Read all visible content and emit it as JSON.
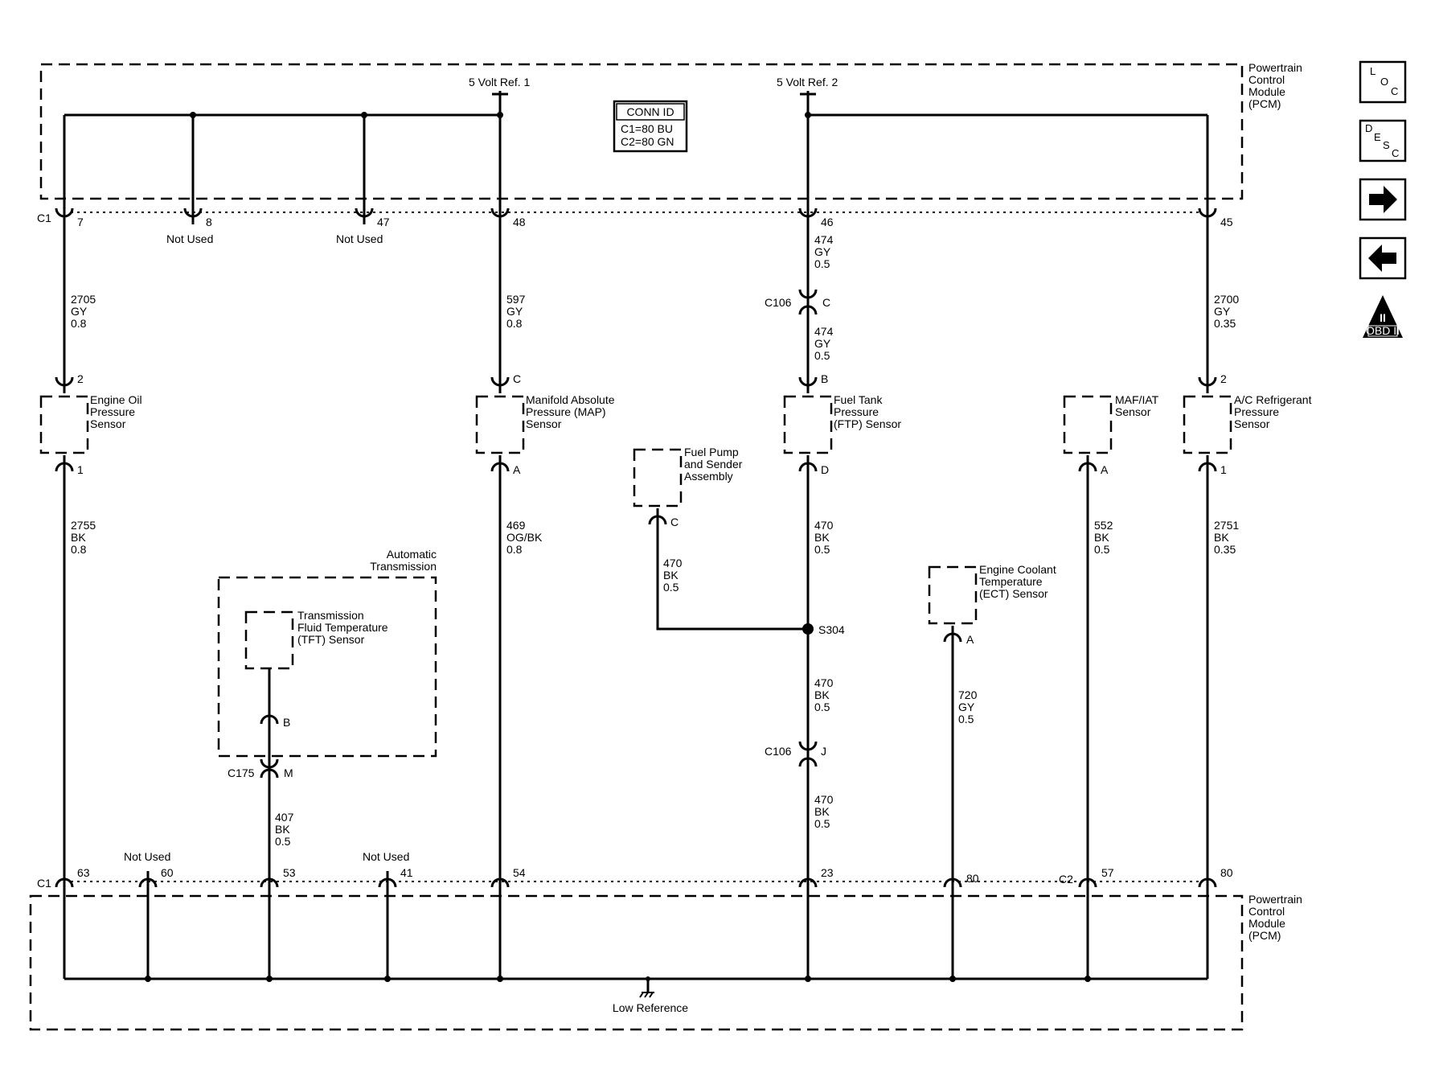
{
  "modules": {
    "pcm_top": [
      "Powertrain",
      "Control",
      "Module",
      "(PCM)"
    ],
    "pcm_bottom": [
      "Powertrain",
      "Control",
      "Module",
      "(PCM)"
    ]
  },
  "refs": {
    "ref1": "5 Volt Ref. 1",
    "ref2": "5 Volt Ref. 2",
    "low": "Low Reference"
  },
  "conn_id": {
    "title": "CONN ID",
    "c1": "C1=80 BU",
    "c2": "C2=80 GN"
  },
  "connectors": {
    "c1": "C1",
    "c2": "C2",
    "c106": "C106",
    "c175": "C175",
    "s304": "S304",
    "not_used": "Not Used"
  },
  "pins_top": [
    "7",
    "8",
    "47",
    "48",
    "46",
    "45"
  ],
  "pins_bottom": [
    "63",
    "60",
    "53",
    "41",
    "54",
    "23",
    "80",
    "57",
    "80"
  ],
  "pins_misc": {
    "c106_c": "C",
    "c106_j": "J",
    "c175_m": "M",
    "eop_2": "2",
    "eop_1": "1",
    "map_c": "C",
    "map_a": "A",
    "ftp_b": "B",
    "ftp_d": "D",
    "maf_a": "A",
    "ac_2": "2",
    "ac_1": "1",
    "fp_c": "C",
    "ect_a": "A",
    "tft_b": "B"
  },
  "wires": {
    "w2705": [
      "2705",
      "GY",
      "0.8"
    ],
    "w597": [
      "597",
      "GY",
      "0.8"
    ],
    "w474a": [
      "474",
      "GY",
      "0.5"
    ],
    "w474b": [
      "474",
      "GY",
      "0.5"
    ],
    "w2700": [
      "2700",
      "GY",
      "0.35"
    ],
    "w2755": [
      "2755",
      "BK",
      "0.8"
    ],
    "w469": [
      "469",
      "OG/BK",
      "0.8"
    ],
    "w470fp": [
      "470",
      "BK",
      "0.5"
    ],
    "w470a": [
      "470",
      "BK",
      "0.5"
    ],
    "w470b": [
      "470",
      "BK",
      "0.5"
    ],
    "w470c": [
      "470",
      "BK",
      "0.5"
    ],
    "w552": [
      "552",
      "BK",
      "0.5"
    ],
    "w2751": [
      "2751",
      "BK",
      "0.35"
    ],
    "w720": [
      "720",
      "GY",
      "0.5"
    ],
    "w407": [
      "407",
      "BK",
      "0.5"
    ]
  },
  "components": {
    "eop": [
      "Engine Oil",
      "Pressure",
      "Sensor"
    ],
    "map": [
      "Manifold Absolute",
      "Pressure (MAP)",
      "Sensor"
    ],
    "ftp": [
      "Fuel Tank",
      "Pressure",
      "(FTP) Sensor"
    ],
    "maf": [
      "MAF/IAT",
      "Sensor"
    ],
    "ac": [
      "A/C Refrigerant",
      "Pressure",
      "Sensor"
    ],
    "fp": [
      "Fuel Pump",
      "and Sender",
      "Assembly"
    ],
    "ect": [
      "Engine Coolant",
      "Temperature",
      "(ECT) Sensor"
    ],
    "tft": [
      "Transmission",
      "Fluid Temperature",
      "(TFT) Sensor"
    ],
    "trans": [
      "Automatic",
      "Transmission"
    ]
  },
  "side_buttons": {
    "loc": [
      "L",
      "O",
      "C"
    ],
    "desc": [
      "D",
      "E",
      "S",
      "C"
    ],
    "forward_arrow": "→",
    "back_arrow": "←",
    "obd": [
      "II",
      "OBD II"
    ]
  }
}
